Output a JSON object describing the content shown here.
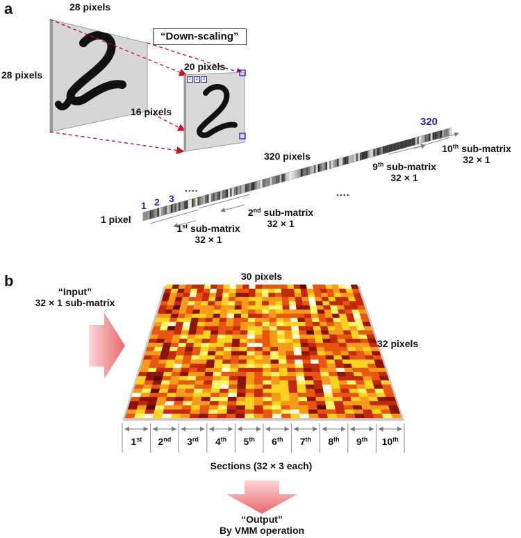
{
  "panels": {
    "a": "a",
    "b": "b"
  },
  "panel_a": {
    "original_width_label": "28 pixels",
    "original_height_label": "28 pixels",
    "downscale_label": "“Down-scaling”",
    "scaled_width_label": "20 pixels",
    "scaled_height_label": "16 pixels",
    "pixel_numbers": [
      "1",
      "2",
      "3"
    ],
    "strip_start_label": "1 pixel",
    "strip_length_label": "320 pixels",
    "strip_end_number": "320",
    "ellipsis": "....",
    "sub_matrices": [
      {
        "ordinal": "1",
        "suffix": "st",
        "text": "sub-matrix",
        "size": "32 × 1"
      },
      {
        "ordinal": "2",
        "suffix": "nd",
        "text": "sub-matrix",
        "size": "32 × 1"
      },
      {
        "ordinal": "9",
        "suffix": "th",
        "text": "sub-matrix",
        "size": "32 × 1"
      },
      {
        "ordinal": "10",
        "suffix": "th",
        "text": "sub-matrix",
        "size": "32 × 1"
      }
    ]
  },
  "panel_b": {
    "input_label": "“Input”",
    "input_sub_label": "32 × 1 sub-matrix",
    "array_width_label": "30 pixels",
    "array_height_label": "32 pixels",
    "sections": [
      {
        "num": "1",
        "suffix": "st"
      },
      {
        "num": "2",
        "suffix": "nd"
      },
      {
        "num": "3",
        "suffix": "rd"
      },
      {
        "num": "4",
        "suffix": "th"
      },
      {
        "num": "5",
        "suffix": "th"
      },
      {
        "num": "6",
        "suffix": "th"
      },
      {
        "num": "7",
        "suffix": "th"
      },
      {
        "num": "8",
        "suffix": "th"
      },
      {
        "num": "9",
        "suffix": "th"
      },
      {
        "num": "10",
        "suffix": "th"
      }
    ],
    "sections_caption": "Sections (32 × 3 each)",
    "output_label": "“Output”",
    "output_sub_label": "By VMM operation"
  },
  "colors": {
    "dashed_arrow": "#c8102e",
    "pixel_marker": "#1f1fd6",
    "heatmap": [
      "#5a0a02",
      "#8c1408",
      "#c42a0a",
      "#e8560f",
      "#f79a1a",
      "#fbd21c",
      "#fff46a",
      "#fffbe0"
    ]
  }
}
